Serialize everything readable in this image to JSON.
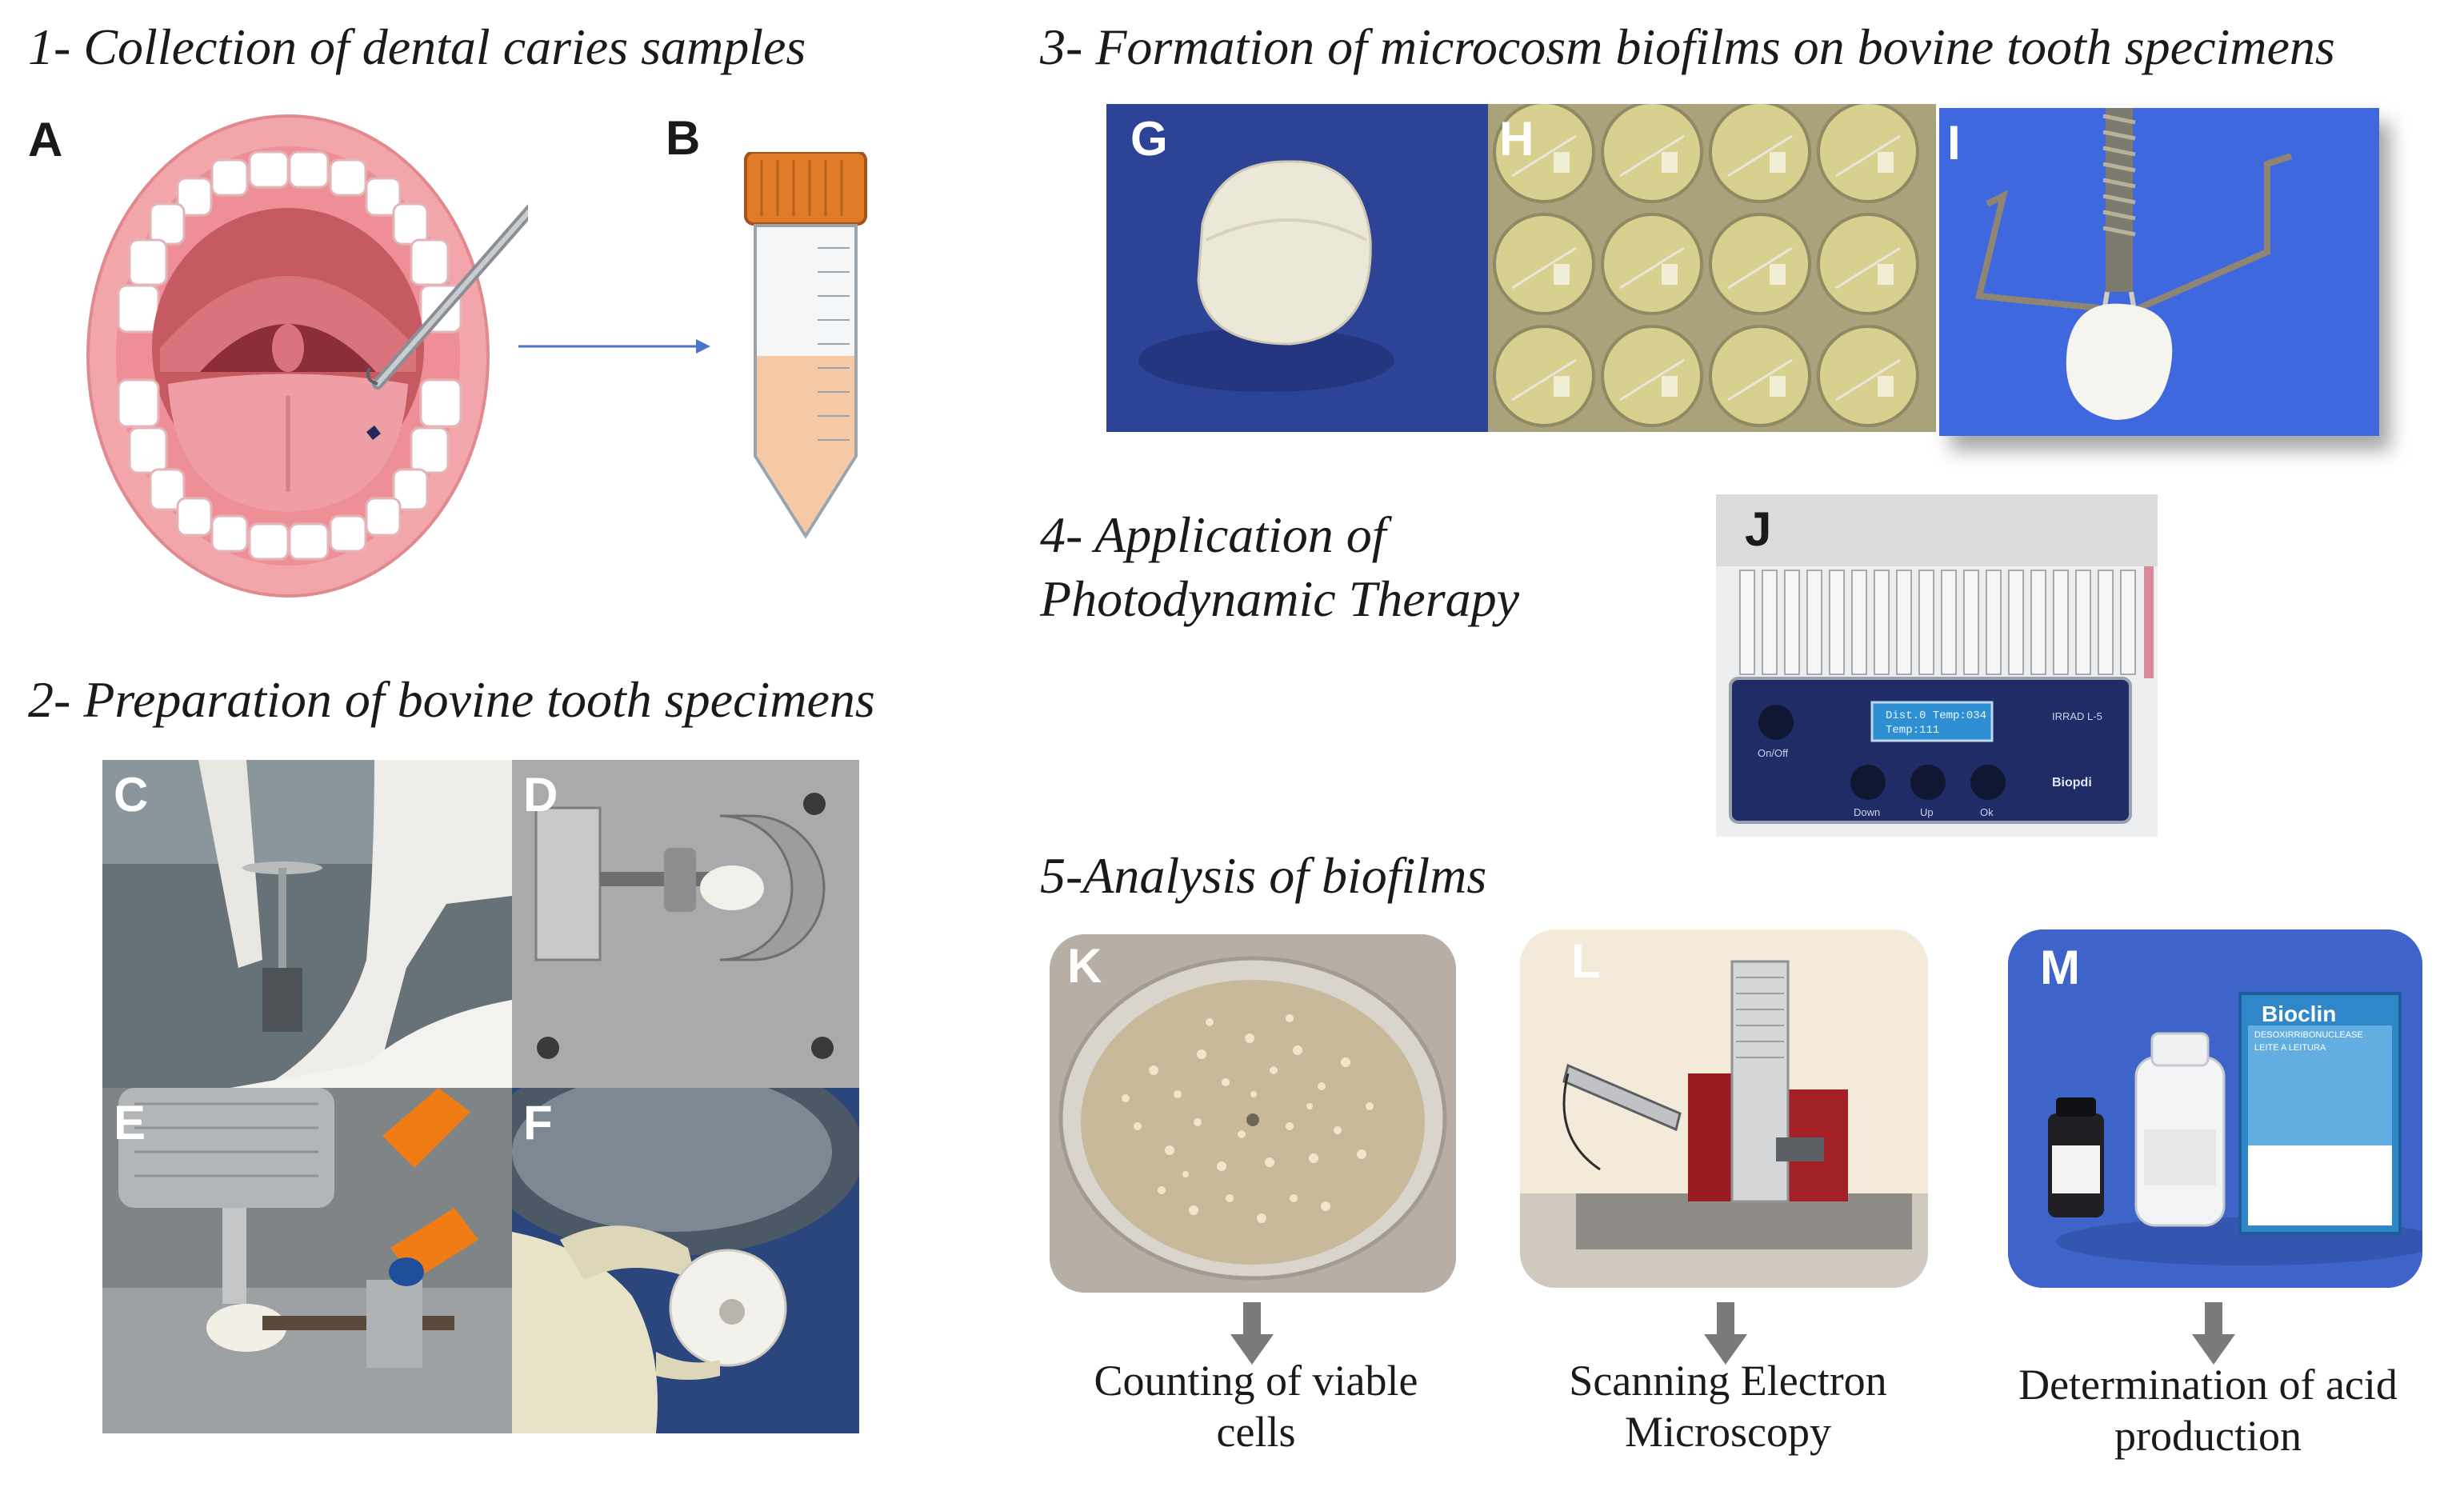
{
  "sections": {
    "s1": "1- Collection of dental caries samples",
    "s2": "2- Preparation of bovine tooth specimens",
    "s3": "3- Formation of microcosm biofilms on bovine tooth specimens",
    "s4_line1": "4- Application of",
    "s4_line2": "Photodynamic Therapy",
    "s5": "5-Analysis of biofilms"
  },
  "panels": {
    "A": "A",
    "B": "B",
    "C": "C",
    "D": "D",
    "E": "E",
    "F": "F",
    "G": "G",
    "H": "H",
    "I": "I",
    "J": "J",
    "K": "K",
    "L": "L",
    "M": "M"
  },
  "device_labels": {
    "screen_line1": "Dist.0   Temp:034",
    "screen_line2": "Temp:111",
    "on_off": "On/Off",
    "down": "Down",
    "up": "Up",
    "ok": "Ok",
    "brand": "Biopdi",
    "model": "IRRAD L-5"
  },
  "product_labels": {
    "brand": "Bioclin",
    "box_line1": "DESOXIRRIBONUCLEASE",
    "box_line2": "LEITE A LEITURA"
  },
  "captions": {
    "K_line1": "Counting of viable",
    "K_line2": "cells",
    "L_line1": "Scanning Electron",
    "L_line2": "Microscopy",
    "M_line1": "Determination of acid",
    "M_line2": "production"
  },
  "colors": {
    "arrow_blue": "#4a73c9",
    "arrow_gray": "#7a7a7a",
    "photo_blue": "#3d57a6",
    "tube_cap": "#e07b27",
    "tube_liquid": "#f5c9a6",
    "mouth_pink": "#f5a5a8"
  }
}
